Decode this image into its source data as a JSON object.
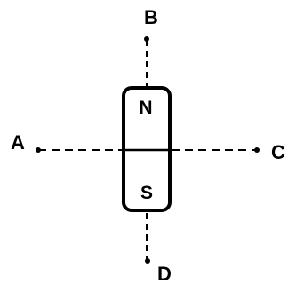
{
  "diagram": {
    "points": {
      "a": "A",
      "b": "B",
      "c": "C",
      "d": "D"
    },
    "magnet": {
      "north": "N",
      "south": "S"
    }
  }
}
